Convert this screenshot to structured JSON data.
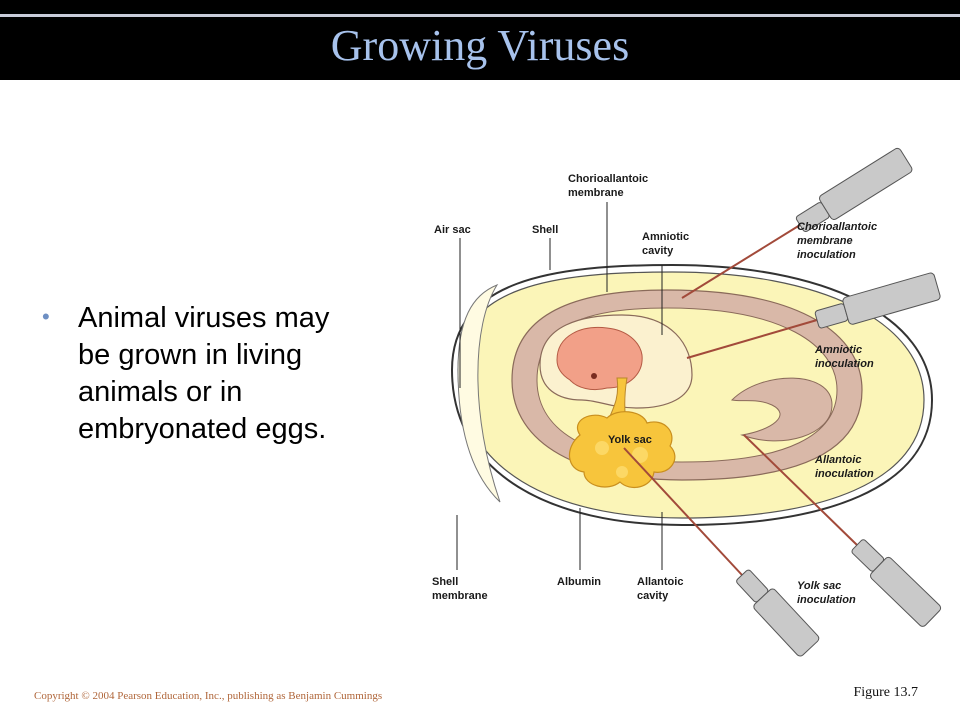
{
  "slide": {
    "title": "Growing Viruses",
    "bullet": "Animal viruses may be grown in living animals or in embryonated eggs.",
    "copyright": "Copyright © 2004 Pearson Education, Inc., publishing as Benjamin Cummings",
    "figure_ref": "Figure 13.7"
  },
  "diagram": {
    "labels": {
      "air_sac": "Air sac",
      "shell": "Shell",
      "chorioallantoic_membrane": [
        "Chorioallantoic",
        "membrane"
      ],
      "amniotic_cavity": [
        "Amniotic",
        "cavity"
      ],
      "yolk_sac": "Yolk sac",
      "shell_membrane": [
        "Shell",
        "membrane"
      ],
      "albumin": "Albumin",
      "allantoic_cavity": [
        "Allantoic",
        "cavity"
      ]
    },
    "inoculations": {
      "chorioallantoic": [
        "Chorioallantoic",
        "membrane",
        "inoculation"
      ],
      "amniotic": [
        "Amniotic",
        "inoculation"
      ],
      "allantoic": [
        "Allantoic",
        "inoculation"
      ],
      "yolk_sac": [
        "Yolk sac",
        "inoculation"
      ]
    },
    "colors": {
      "albumin": "#fbf5b8",
      "chorioallantoic": "#d9b8a8",
      "amniotic": "#fbf1cf",
      "embryo": "#f2a088",
      "yolk": "#f7c53c",
      "needle": "#a24a3a",
      "syringe": "#c9c9c9"
    }
  }
}
